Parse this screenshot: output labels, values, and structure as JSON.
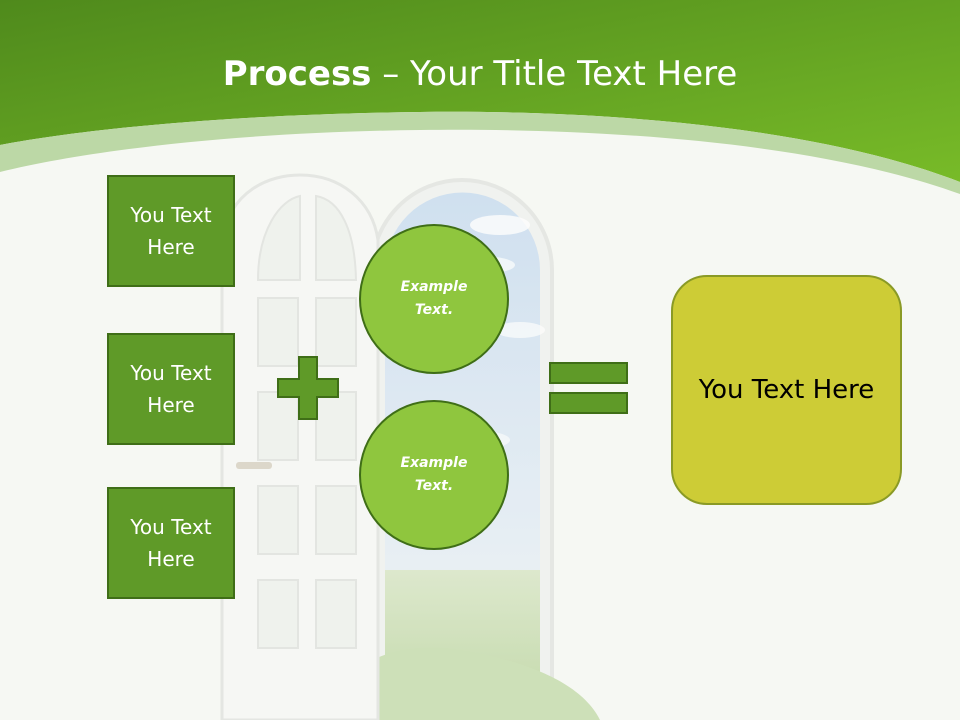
{
  "slide": {
    "title_bold": "Process",
    "title_rest": " – Your Title Text Here"
  },
  "inputs": [
    {
      "label": "You Text Here"
    },
    {
      "label": "You Text Here"
    },
    {
      "label": "You Text Here"
    }
  ],
  "circles": [
    {
      "label": "Example Text."
    },
    {
      "label": "Example Text."
    }
  ],
  "result": {
    "label": "You Text Here"
  },
  "colors": {
    "header_green": "#6db127",
    "box_green": "#5f9a28",
    "circle_green": "#8fc63e",
    "result_yellow": "#cdcc36",
    "dark_outline": "#3f6e17"
  }
}
